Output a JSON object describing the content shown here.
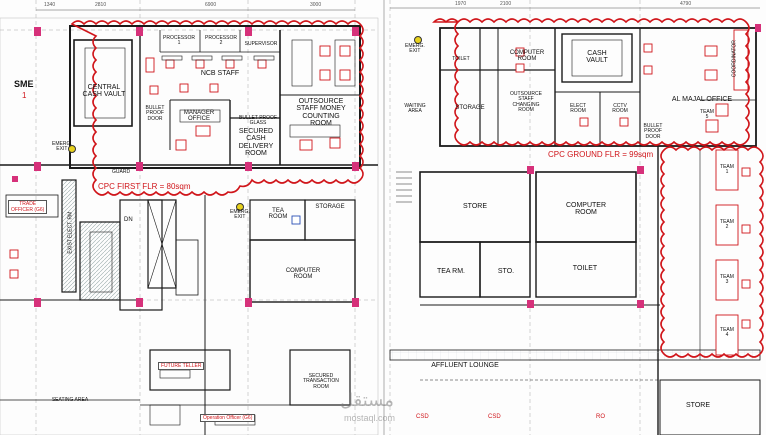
{
  "left_plan": {
    "sme_label": "SME",
    "sme_number": "1",
    "dimensions": [
      "1340",
      "2810",
      "6900",
      "3000"
    ],
    "rooms": {
      "central_cash_vault": "CENTRAL\nCASH VAULT",
      "processor_1": "PROCESSOR\n1",
      "processor_2": "PROCESSOR\n2",
      "supervisor": "SUPERVISOR",
      "ncb_staff": "NCB STAFF",
      "manager_office": "MANAGER\nOFFICE",
      "secured_cash_delivery_room": "SECURED\nCASH\nDELIVERY\nROOM",
      "outsource_counting_room": "OUTSOURCE\nSTAFF MONEY\nCOUNTING\nROOM",
      "tea_room": "TEA\nROOM",
      "storage": "STORAGE",
      "computer_room": "COMPUTER\nROOM",
      "seating_area": "SEATING AREA",
      "secured_transaction_room": "SECURED\nTRANSACTION\nROOM",
      "exist_elect_rm": "EXIST ELECT. RM",
      "dn": "DN",
      "guard": "GUARD"
    },
    "small_labels": {
      "bullet_proof_door": "BULLET\nPROOF\nDOOR",
      "bullet_proof_glass": "BULLET PROOF\nGLASS",
      "emerg_exit_1": "EMERG.\nEXIT",
      "emerg_exit_2": "EMERG.\nEXIT"
    },
    "tags": {
      "trade_officer": "TRADE\nOFFICER (G6)",
      "future_teller": "FUTURE TELLER",
      "operation_officer": "Operation Officer (G6)"
    },
    "area_label": "CPC FIRST FLR = 80sqm"
  },
  "right_plan": {
    "dimensions": [
      "1970",
      "2100",
      "4790"
    ],
    "rooms": {
      "toilet_top": "TOILET",
      "computer_room_top": "COMPUTER\nROOM",
      "cash_vault": "CASH\nVAULT",
      "storage": "STORAGE",
      "outsource_changing_room": "OUTSOURCE\nSTAFF\nCHANGING\nROOM",
      "elect_room": "ELECT\nROOM",
      "cctv_room": "CCTV\nROOM",
      "waiting_area": "WAITING\nAREA",
      "al_majal_office": "AL MAJAL OFFICE",
      "coordinator": "COORDINATOR",
      "store_mid": "STORE",
      "computer_room_mid": "COMPUTER\nROOM",
      "tea_rm": "TEA RM.",
      "sto": "STO.",
      "toilet_mid": "TOILET",
      "affluent_lounge": "AFFLUENT LOUNGE",
      "store_bottom": "STORE",
      "team_1": "TEAM\n1",
      "team_2": "TEAM\n2",
      "team_3": "TEAM\n3",
      "team_4": "TEAM\n4",
      "team_5": "TEAM\n5",
      "csd_1": "CSD",
      "csd_2": "CSD",
      "ro": "RO"
    },
    "small_labels": {
      "emerg_exit": "EMERG.\nEXIT",
      "bullet_proof_door": "BULLET\nPROOF\nDOOR"
    },
    "area_label": "CPC GROUND FLR = 99sqm"
  },
  "watermark": {
    "text": "مستقل",
    "sub": "mostaql.com"
  },
  "colors": {
    "cloud": "#d0161b",
    "wall": "#1a1a1a",
    "accent": "#d6317a",
    "blue": "#2a4fb5"
  }
}
